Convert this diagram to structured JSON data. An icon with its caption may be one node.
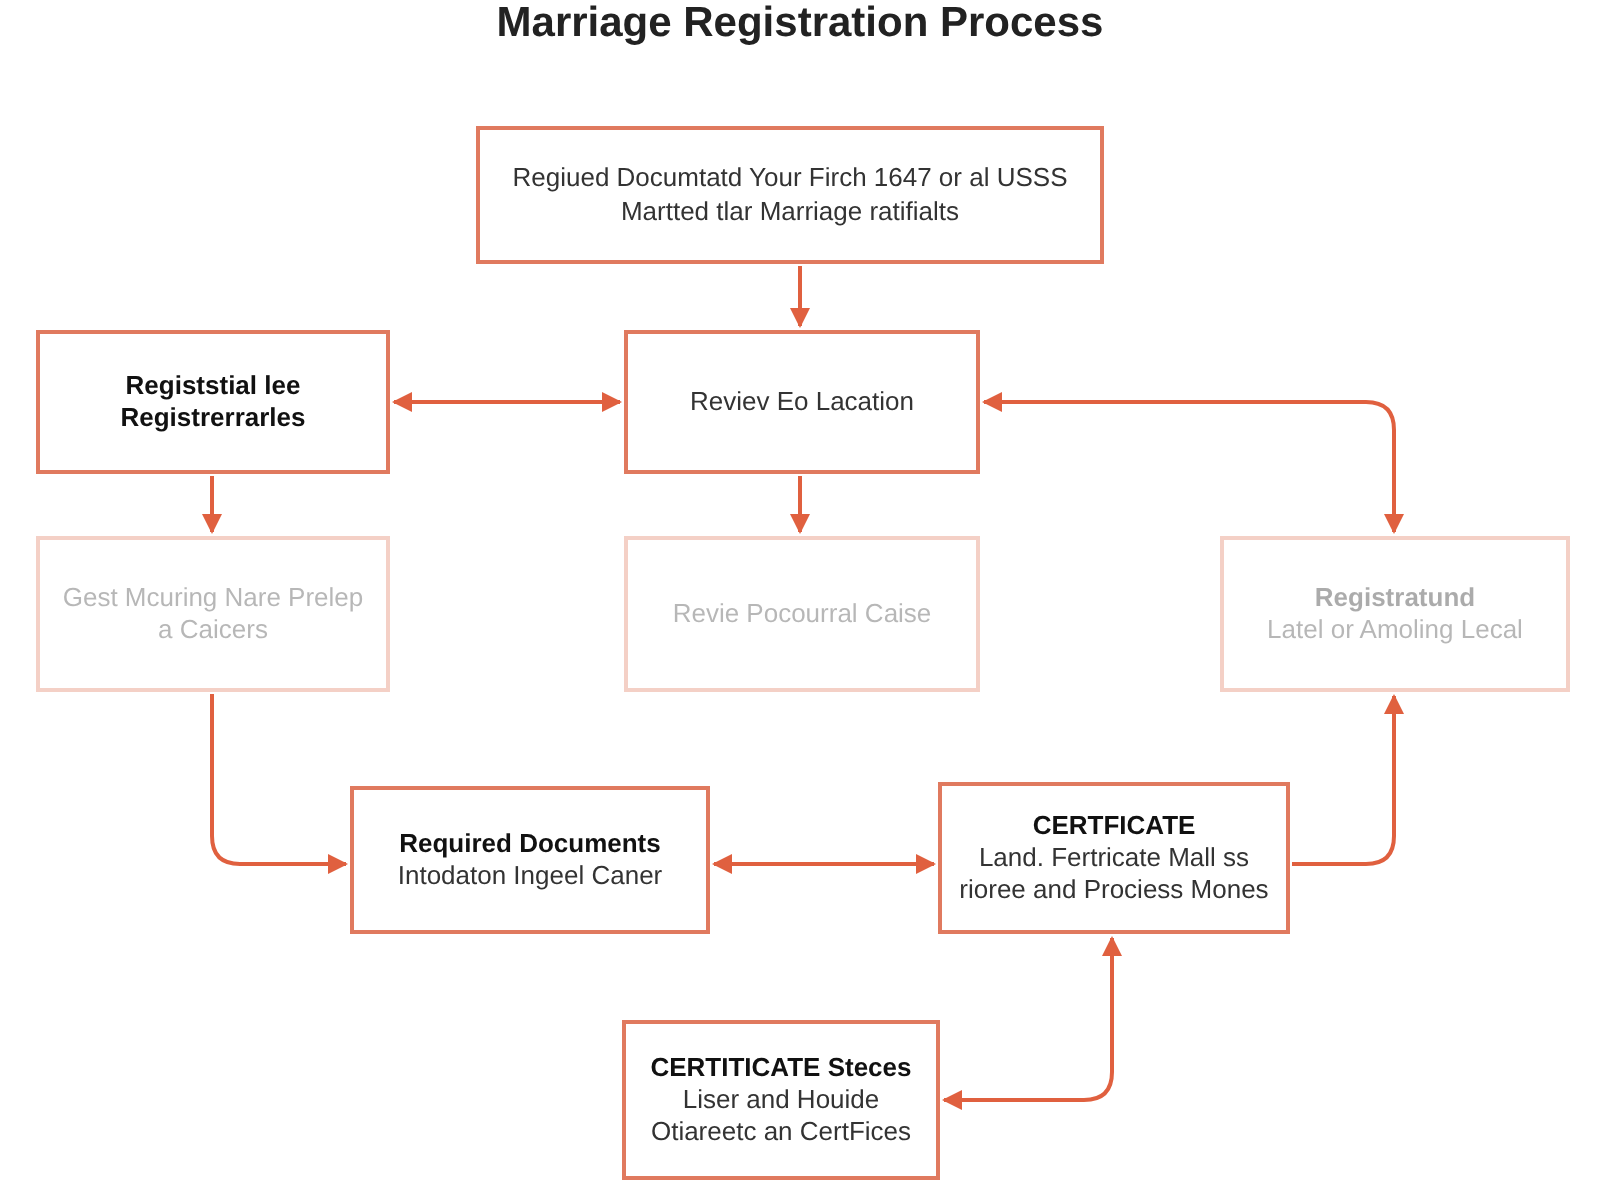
{
  "diagram": {
    "title": "Marriage Registration Process",
    "nodes": [
      {
        "text": [
          "Regiued Documtatd Your Firch 1647 or al USSS Martted tlar Marriage ratifialts"
        ]
      },
      {
        "text": [
          "Registstial lee Registrerrarles"
        ]
      },
      {
        "text": [
          "Reviev Eo Lacation"
        ]
      },
      {
        "text": [
          "Gest Mcuring Nare Prelep a Caicers"
        ]
      },
      {
        "text": [
          "Revie Pocourral Caise"
        ]
      },
      {
        "text": [
          "Registratund",
          "Latel or Amoling Lecal"
        ]
      },
      {
        "text": [
          "Required Documents",
          "Intodaton Ingeel Caner"
        ]
      },
      {
        "text": [
          "CERTFICATE",
          "Land. Fertricate Mall ss rioree and Prociess Mones"
        ]
      },
      {
        "text": [
          "CERTITICATE Steces",
          "Liser and Houide Otiareetc an CertFices"
        ]
      }
    ],
    "edges": [
      {
        "from": 0,
        "to": 2,
        "arrow": "to"
      },
      {
        "from": 1,
        "to": 2,
        "arrow": "both"
      },
      {
        "from": 1,
        "to": 3,
        "arrow": "to"
      },
      {
        "from": 2,
        "to": 4,
        "arrow": "to"
      },
      {
        "from": 5,
        "to": 2,
        "arrow": "both"
      },
      {
        "from": 3,
        "to": 6,
        "arrow": "to"
      },
      {
        "from": 6,
        "to": 7,
        "arrow": "both"
      },
      {
        "from": 7,
        "to": 5,
        "arrow": "to"
      },
      {
        "from": 8,
        "to": 7,
        "arrow": "both"
      }
    ]
  }
}
